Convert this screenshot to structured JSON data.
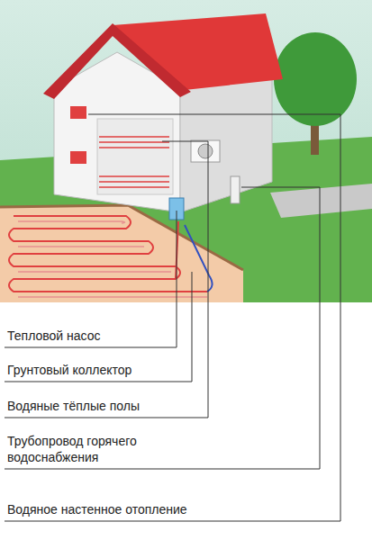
{
  "diagram": {
    "labels": [
      "Тепловой насос",
      "Грунтовый коллектор",
      "Водяные тёплые полы",
      "Трубопровод горячего водоснабжения",
      "Водяное настенное отопление"
    ]
  }
}
